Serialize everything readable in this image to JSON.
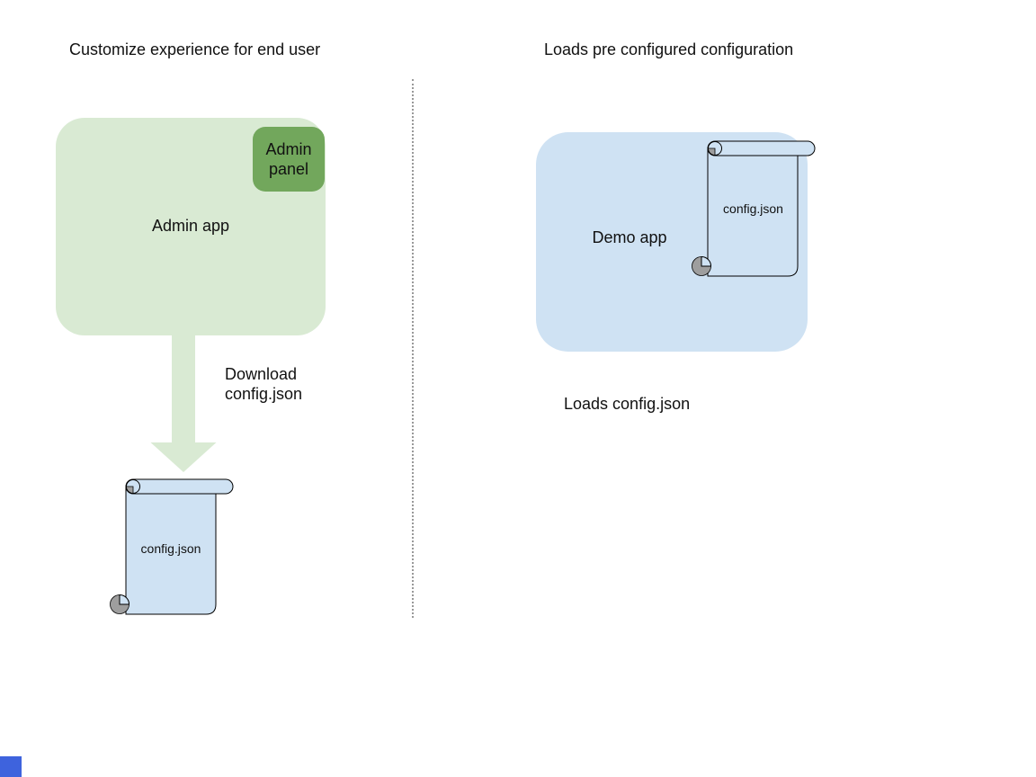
{
  "colors": {
    "canvas_bg": "#ffffff",
    "app_green_light": "#d9ead3",
    "app_green_dark": "#72a75c",
    "app_blue_light": "#cfe2f3",
    "outline": "#000000",
    "curl_gray": "#9e9e9e",
    "divider_gray": "#999999",
    "text": "#111111",
    "corner_square_blue": "#3e63dd"
  },
  "left": {
    "title": "Customize experience for end user",
    "app_label": "Admin app",
    "panel_label": "Admin panel",
    "arrow_label": "Download\nconfig.json",
    "file_label": "config.json"
  },
  "right": {
    "title": "Loads pre configured configuration",
    "app_label": "Demo app",
    "file_label": "config.json",
    "caption": "Loads config.json"
  }
}
